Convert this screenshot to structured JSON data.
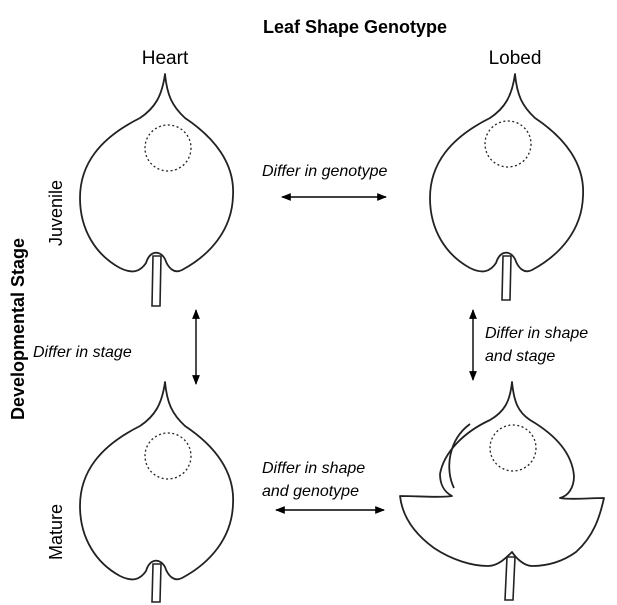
{
  "title": "Leaf Shape Genotype",
  "columns": {
    "left": "Heart",
    "right": "Lobed"
  },
  "y_axis_title": "Developmental Stage",
  "rows": {
    "top": "Juvenile",
    "bottom": "Mature"
  },
  "annotations": {
    "genotype": "Differ in genotype",
    "stage": "Differ in stage",
    "shape_stage_line1": "Differ in shape",
    "shape_stage_line2": "and stage",
    "shape_genotype_line1": "Differ in shape",
    "shape_genotype_line2": "and genotype"
  }
}
